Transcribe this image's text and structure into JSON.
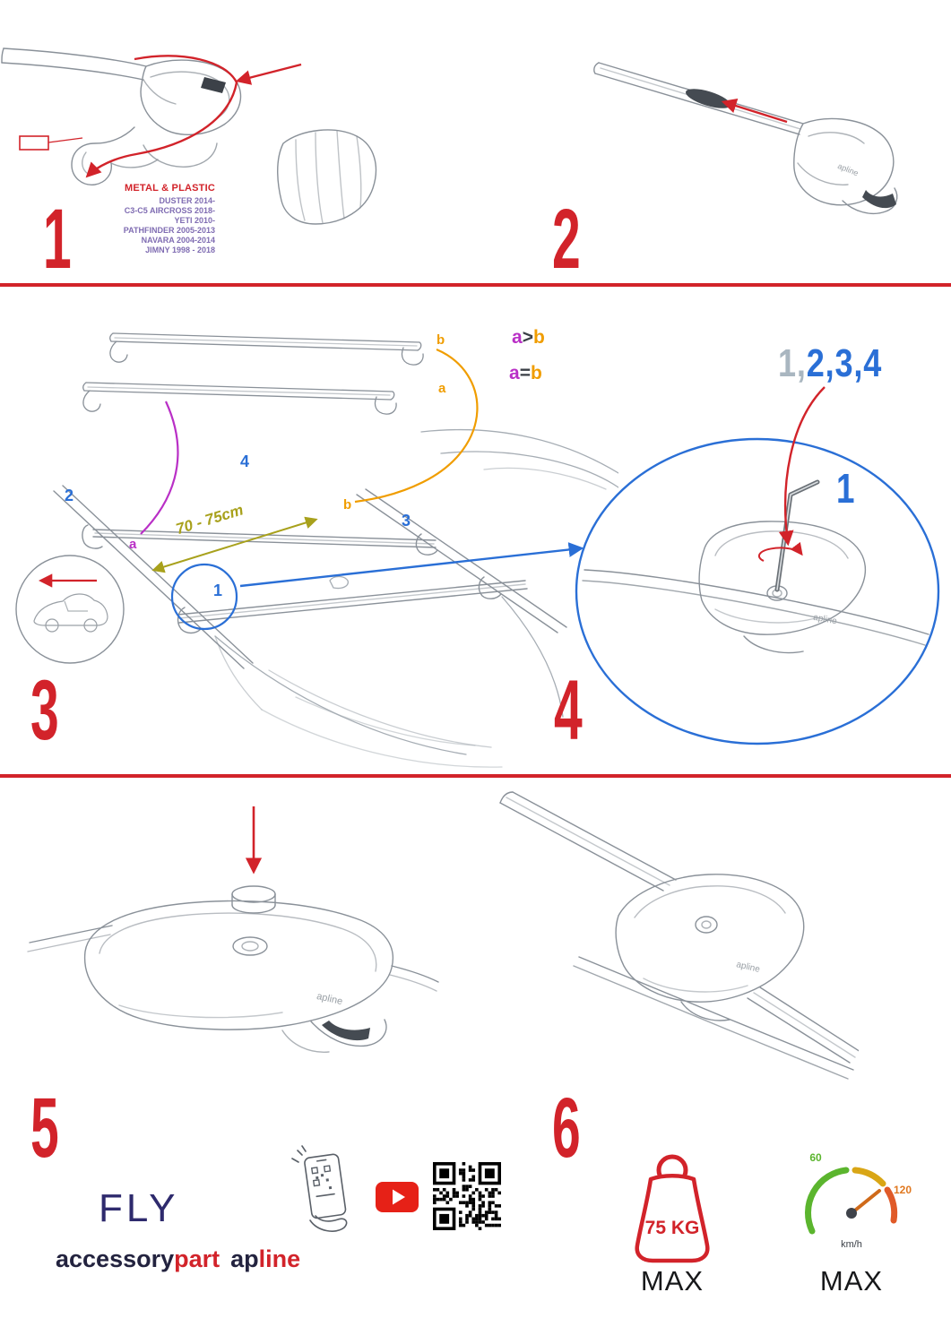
{
  "colors": {
    "red": "#d2232a",
    "blue": "#2a6fd6",
    "purple": "#b92fc6",
    "orange": "#f09d00",
    "olive": "#a8a11c",
    "navy": "#2e2a6d"
  },
  "step1": {
    "number": "1",
    "material": "METAL & PLASTIC",
    "models": [
      "DUSTER 2014-",
      "C3-C5 AIRCROSS 2018-",
      "YETI 2010-",
      "PATHFINDER 2005-2013",
      "NAVARA 2004-2014",
      "JIMNY 1998 - 2018"
    ]
  },
  "step2": {
    "number": "2"
  },
  "step3": {
    "number": "3",
    "bar_labels": {
      "b": "b",
      "a": "a"
    },
    "formula_gt": {
      "a": "a",
      "op": ">",
      "b": "b"
    },
    "formula_eq": {
      "a": "a",
      "op": "=",
      "b": "b"
    },
    "roof_labels": {
      "n2": "2",
      "n4": "4",
      "n3": "3",
      "b": "b",
      "a": "a",
      "n1": "1"
    },
    "distance": "70 - 75cm"
  },
  "step4": {
    "number": "4",
    "sequence_gray": "1,",
    "sequence_blue": "2,3,4",
    "highlight": "1"
  },
  "step5": {
    "number": "5"
  },
  "step6": {
    "number": "6"
  },
  "logo": {
    "text": "apline"
  },
  "branding": {
    "fly": "FLY",
    "accessory": "accessory",
    "part": "part",
    "ap": "ap",
    "line": "line"
  },
  "limits": {
    "weight": "75 KG",
    "weight_max": "MAX",
    "speed_low": "60",
    "speed_high": "120",
    "speed_unit": "km/h",
    "speed_max": "MAX"
  }
}
